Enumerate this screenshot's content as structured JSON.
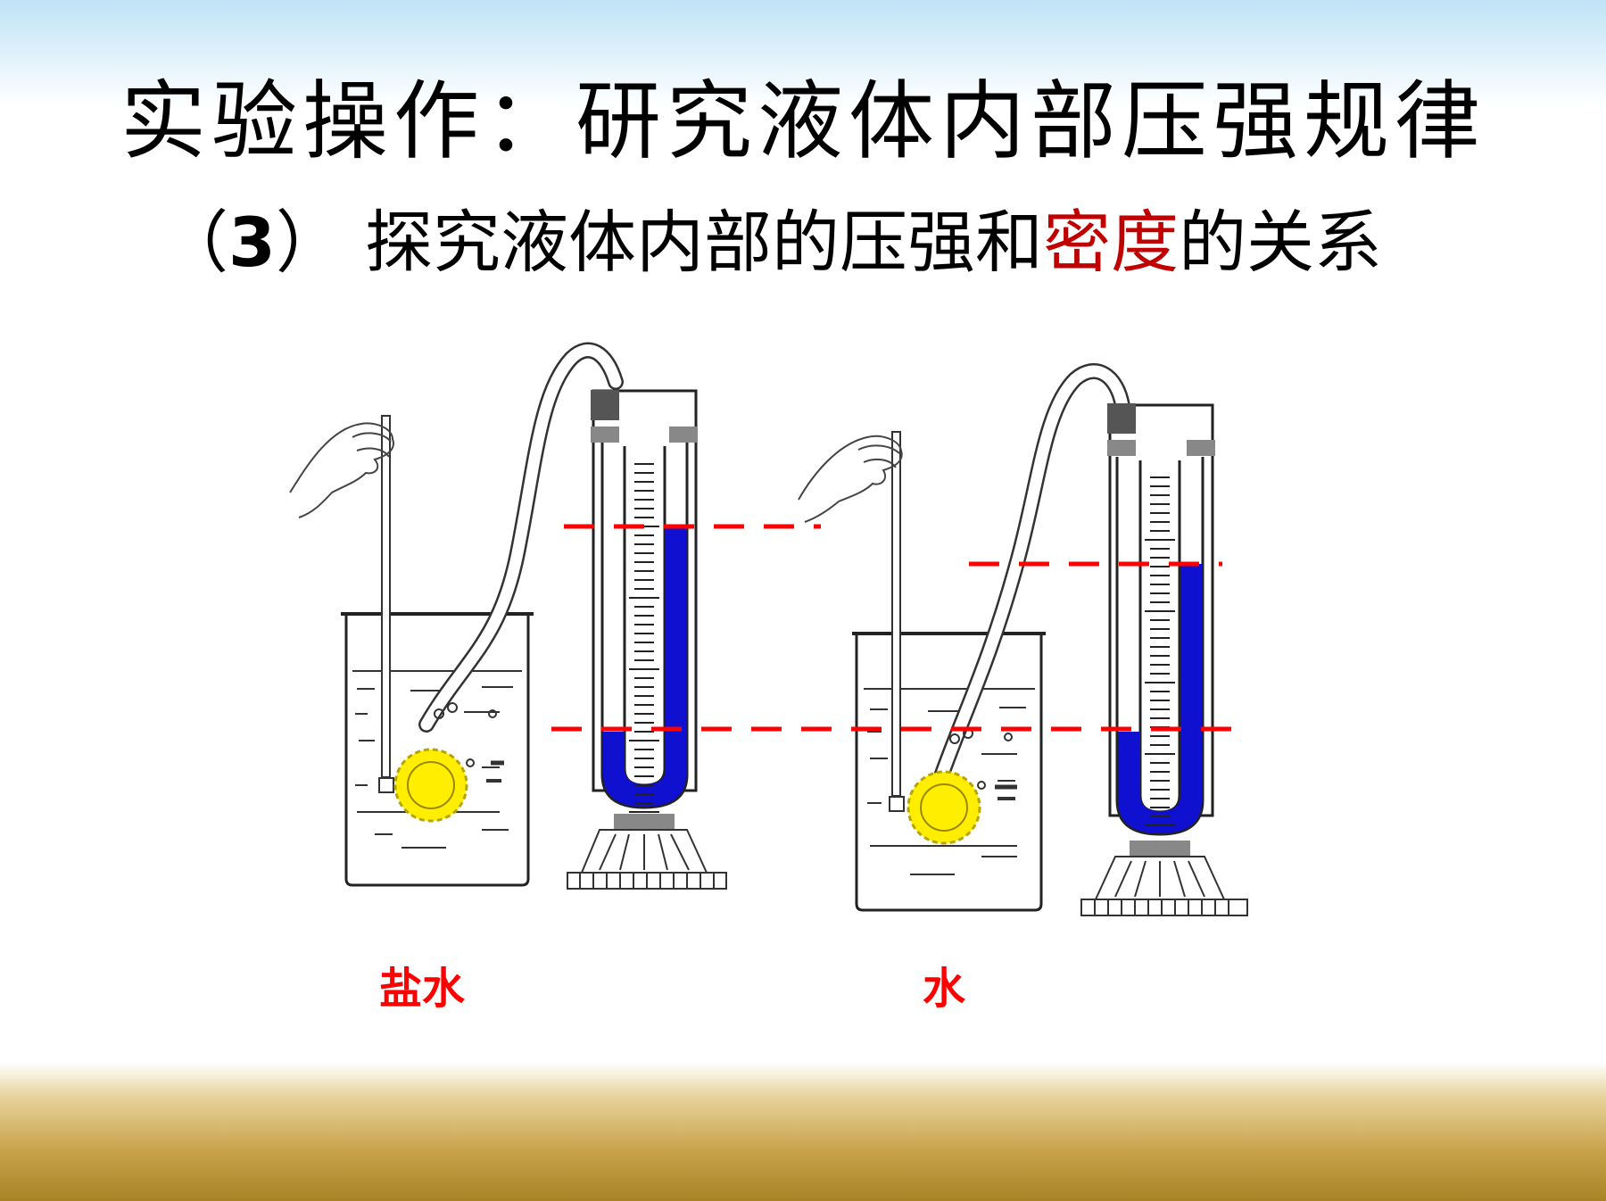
{
  "slide": {
    "title": "实验操作：研究液体内部压强规律",
    "subtitle": {
      "prefix_open": "（",
      "number": "3",
      "prefix_close": "）",
      "text_part1": " 探究液体内部的压强和",
      "highlight": "密度",
      "text_part2": "的关系"
    }
  },
  "experiments": [
    {
      "liquid_label": "盐水"
    },
    {
      "liquid_label": "水"
    }
  ],
  "colors": {
    "liquid_in_manometer": "#1010d0",
    "reference_dash": "#ff0000",
    "probe": "#ffee00",
    "label": "#ff0000",
    "highlight": "#c00000"
  }
}
